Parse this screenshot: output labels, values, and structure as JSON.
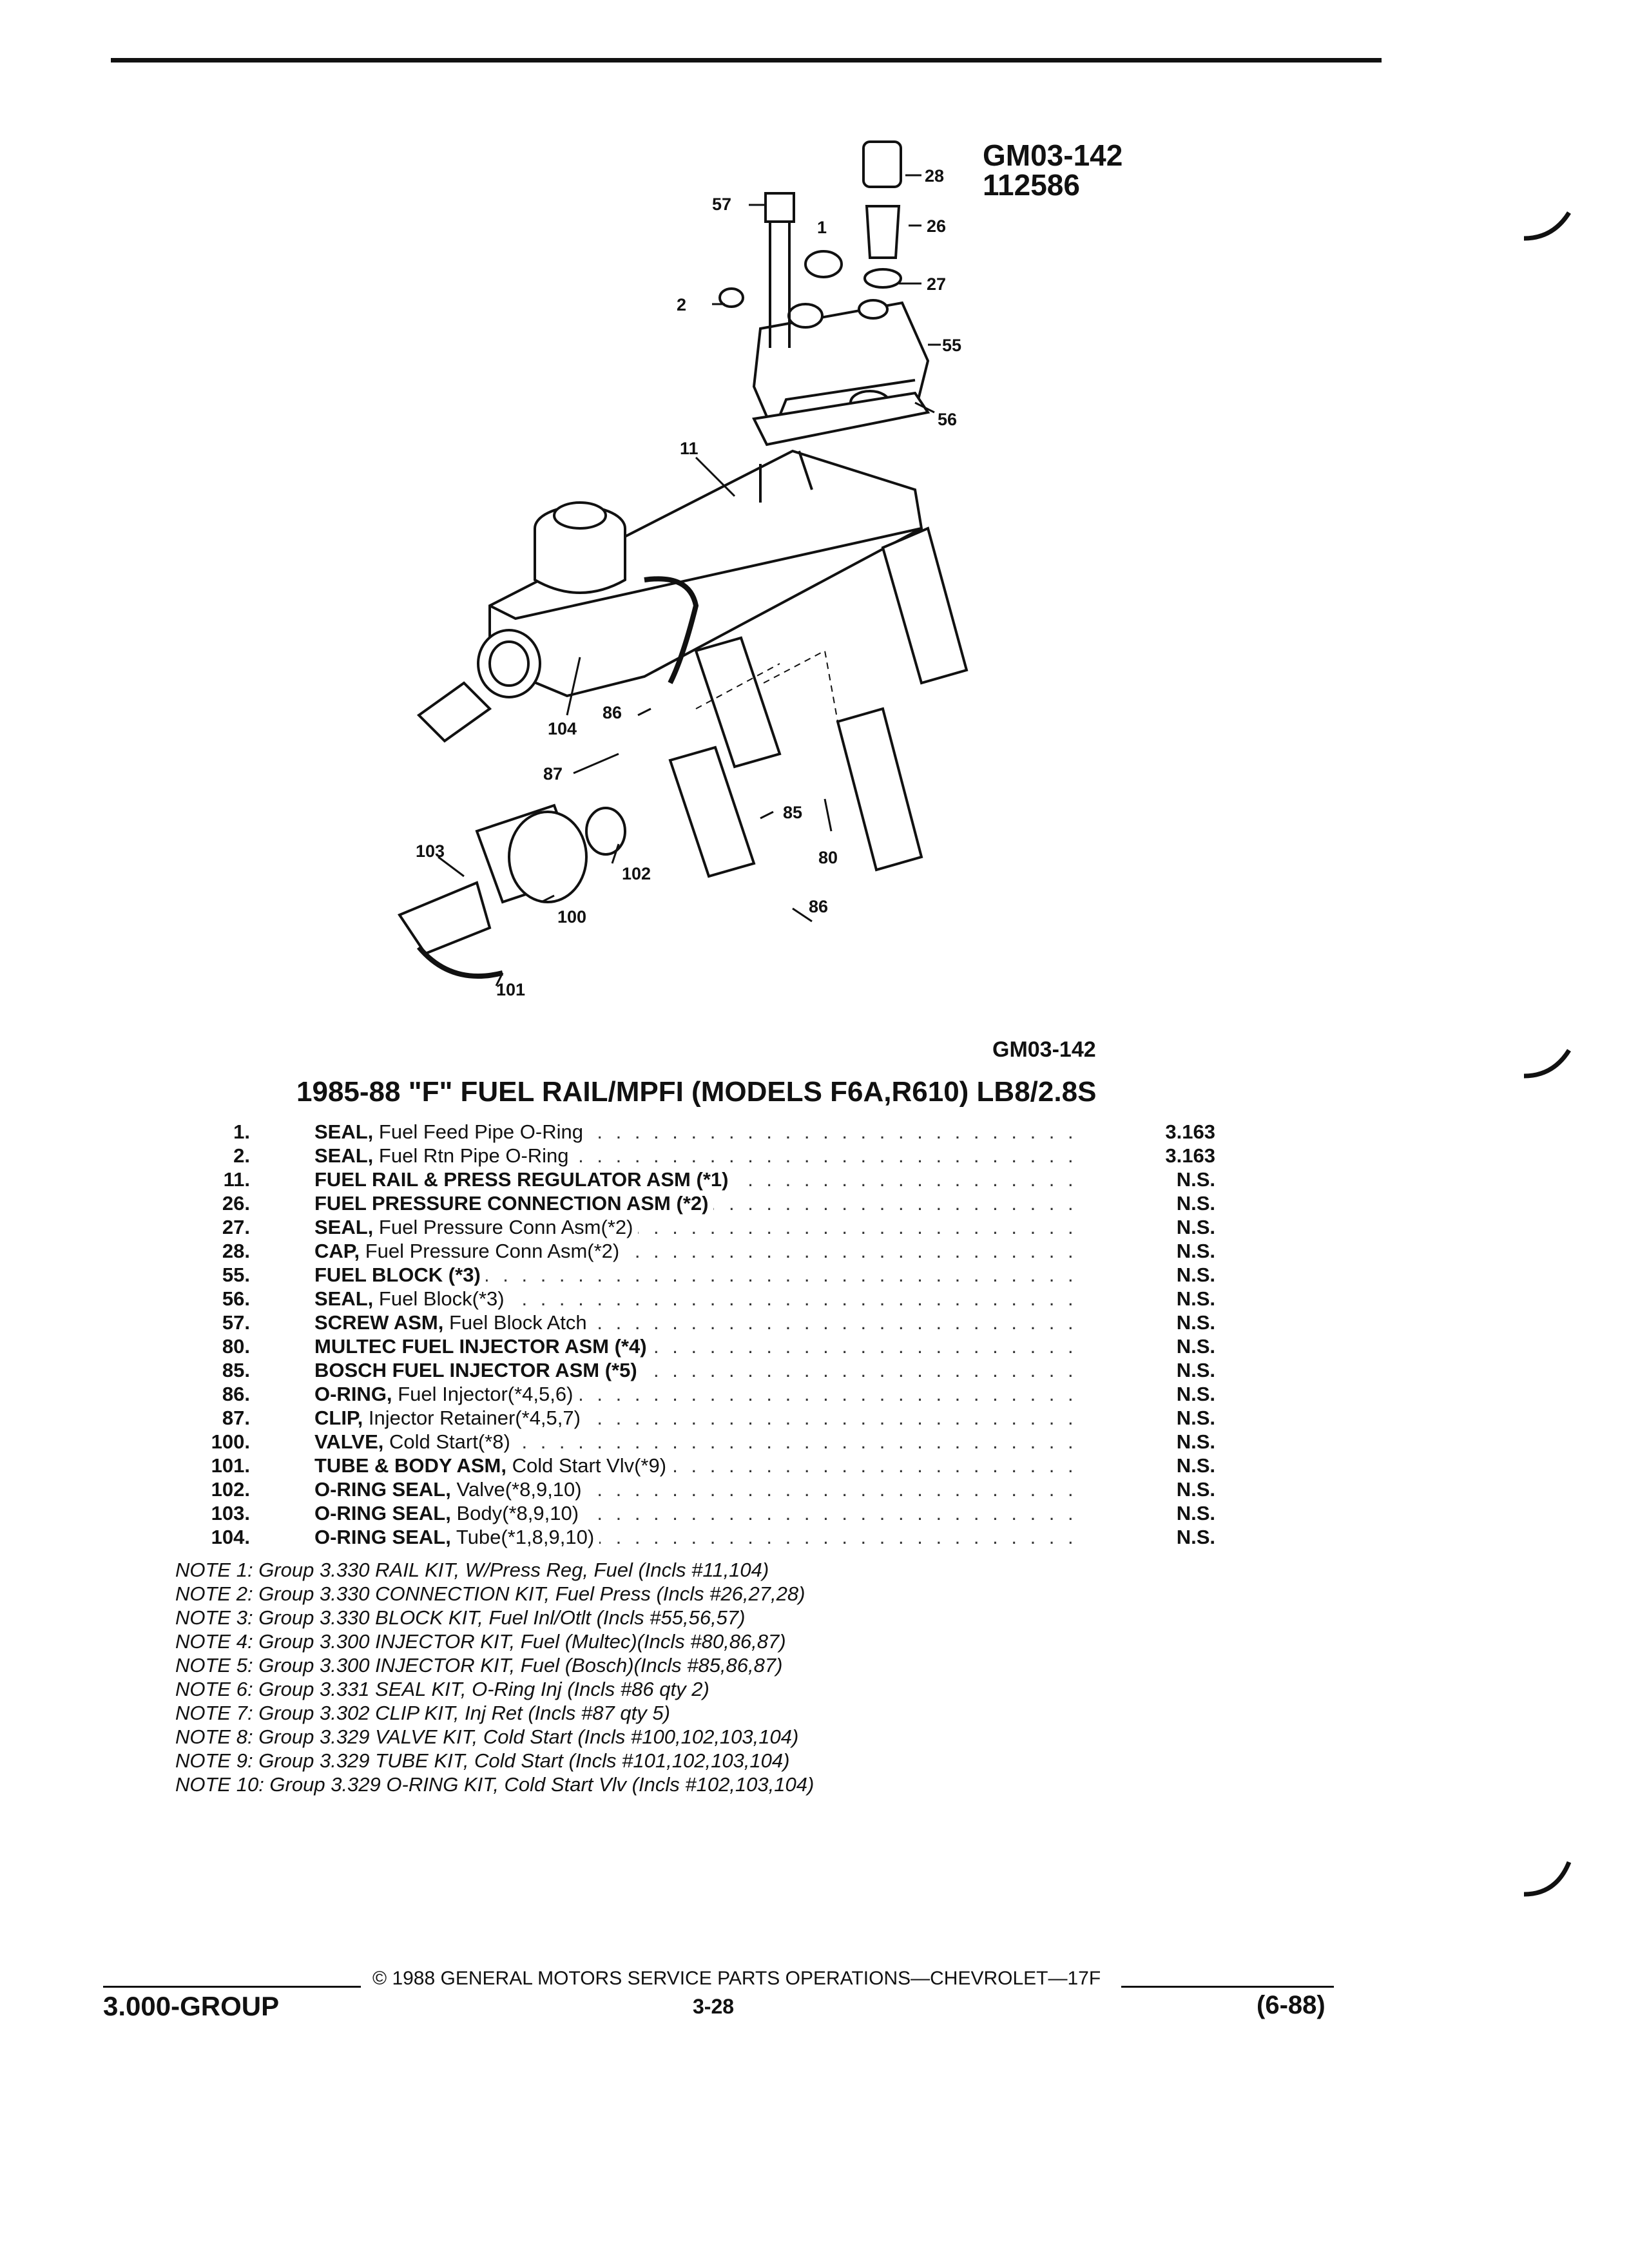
{
  "figure": {
    "code": "GM03-142",
    "number": "112586",
    "caption_code": "GM03-142",
    "callouts": [
      "57",
      "1",
      "28",
      "26",
      "27",
      "2",
      "55",
      "56",
      "11",
      "104",
      "86",
      "87",
      "85",
      "80",
      "103",
      "102",
      "100",
      "101",
      "86"
    ]
  },
  "title": "1985-88 \"F\" FUEL RAIL/MPFI (MODELS F6A,R610) LB8/2.8S",
  "parts": [
    {
      "no": "1.",
      "name": "SEAL,",
      "desc": "Fuel Feed Pipe O-Ring",
      "group": "3.163"
    },
    {
      "no": "2.",
      "name": "SEAL,",
      "desc": "Fuel Rtn Pipe O-Ring",
      "group": "3.163"
    },
    {
      "no": "11.",
      "name": "FUEL RAIL & PRESS REGULATOR ASM (*1)",
      "desc": "",
      "group": "N.S."
    },
    {
      "no": "26.",
      "name": "FUEL PRESSURE CONNECTION ASM (*2)",
      "desc": "",
      "group": "N.S."
    },
    {
      "no": "27.",
      "name": "SEAL,",
      "desc": "Fuel Pressure Conn Asm(*2)",
      "group": "N.S."
    },
    {
      "no": "28.",
      "name": "CAP,",
      "desc": "Fuel Pressure Conn Asm(*2)",
      "group": "N.S."
    },
    {
      "no": "55.",
      "name": "FUEL BLOCK (*3)",
      "desc": "",
      "group": "N.S."
    },
    {
      "no": "56.",
      "name": "SEAL,",
      "desc": "Fuel Block(*3)",
      "group": "N.S."
    },
    {
      "no": "57.",
      "name": "SCREW ASM,",
      "desc": "Fuel Block Atch",
      "group": "N.S."
    },
    {
      "no": "80.",
      "name": "MULTEC FUEL INJECTOR ASM (*4)",
      "desc": "",
      "group": "N.S."
    },
    {
      "no": "85.",
      "name": "BOSCH FUEL INJECTOR ASM (*5)",
      "desc": "",
      "group": "N.S."
    },
    {
      "no": "86.",
      "name": "O-RING,",
      "desc": "Fuel Injector(*4,5,6)",
      "group": "N.S."
    },
    {
      "no": "87.",
      "name": "CLIP,",
      "desc": "Injector Retainer(*4,5,7)",
      "group": "N.S."
    },
    {
      "no": "100.",
      "name": "VALVE,",
      "desc": "Cold Start(*8)",
      "group": "N.S."
    },
    {
      "no": "101.",
      "name": "TUBE & BODY ASM,",
      "desc": "Cold Start Vlv(*9)",
      "group": "N.S."
    },
    {
      "no": "102.",
      "name": "O-RING SEAL,",
      "desc": "Valve(*8,9,10)",
      "group": "N.S."
    },
    {
      "no": "103.",
      "name": "O-RING SEAL,",
      "desc": "Body(*8,9,10)",
      "group": "N.S."
    },
    {
      "no": "104.",
      "name": "O-RING SEAL,",
      "desc": "Tube(*1,8,9,10)",
      "group": "N.S."
    }
  ],
  "notes": [
    "NOTE 1: Group 3.330 RAIL KIT, W/Press Reg, Fuel (Incls #11,104)",
    "NOTE 2: Group 3.330 CONNECTION KIT, Fuel Press (Incls #26,27,28)",
    "NOTE 3: Group 3.330 BLOCK KIT, Fuel Inl/Otlt (Incls #55,56,57)",
    "NOTE 4: Group 3.300 INJECTOR KIT, Fuel (Multec)(Incls #80,86,87)",
    "NOTE 5: Group 3.300 INJECTOR KIT, Fuel (Bosch)(Incls #85,86,87)",
    "NOTE 6: Group 3.331 SEAL KIT, O-Ring Inj (Incls #86 qty 2)",
    "NOTE 7: Group 3.302 CLIP KIT, Inj Ret (Incls #87 qty 5)",
    "NOTE 8: Group 3.329 VALVE KIT, Cold Start (Incls #100,102,103,104)",
    "NOTE 9: Group 3.329 TUBE KIT, Cold Start (Incls #101,102,103,104)",
    "NOTE 10: Group 3.329 O-RING KIT, Cold Start Vlv (Incls #102,103,104)"
  ],
  "footer": {
    "copyright": "© 1988 GENERAL MOTORS SERVICE PARTS OPERATIONS—CHEVROLET—17F",
    "group": "3.000-GROUP",
    "page": "3-28",
    "date": "(6-88)"
  }
}
